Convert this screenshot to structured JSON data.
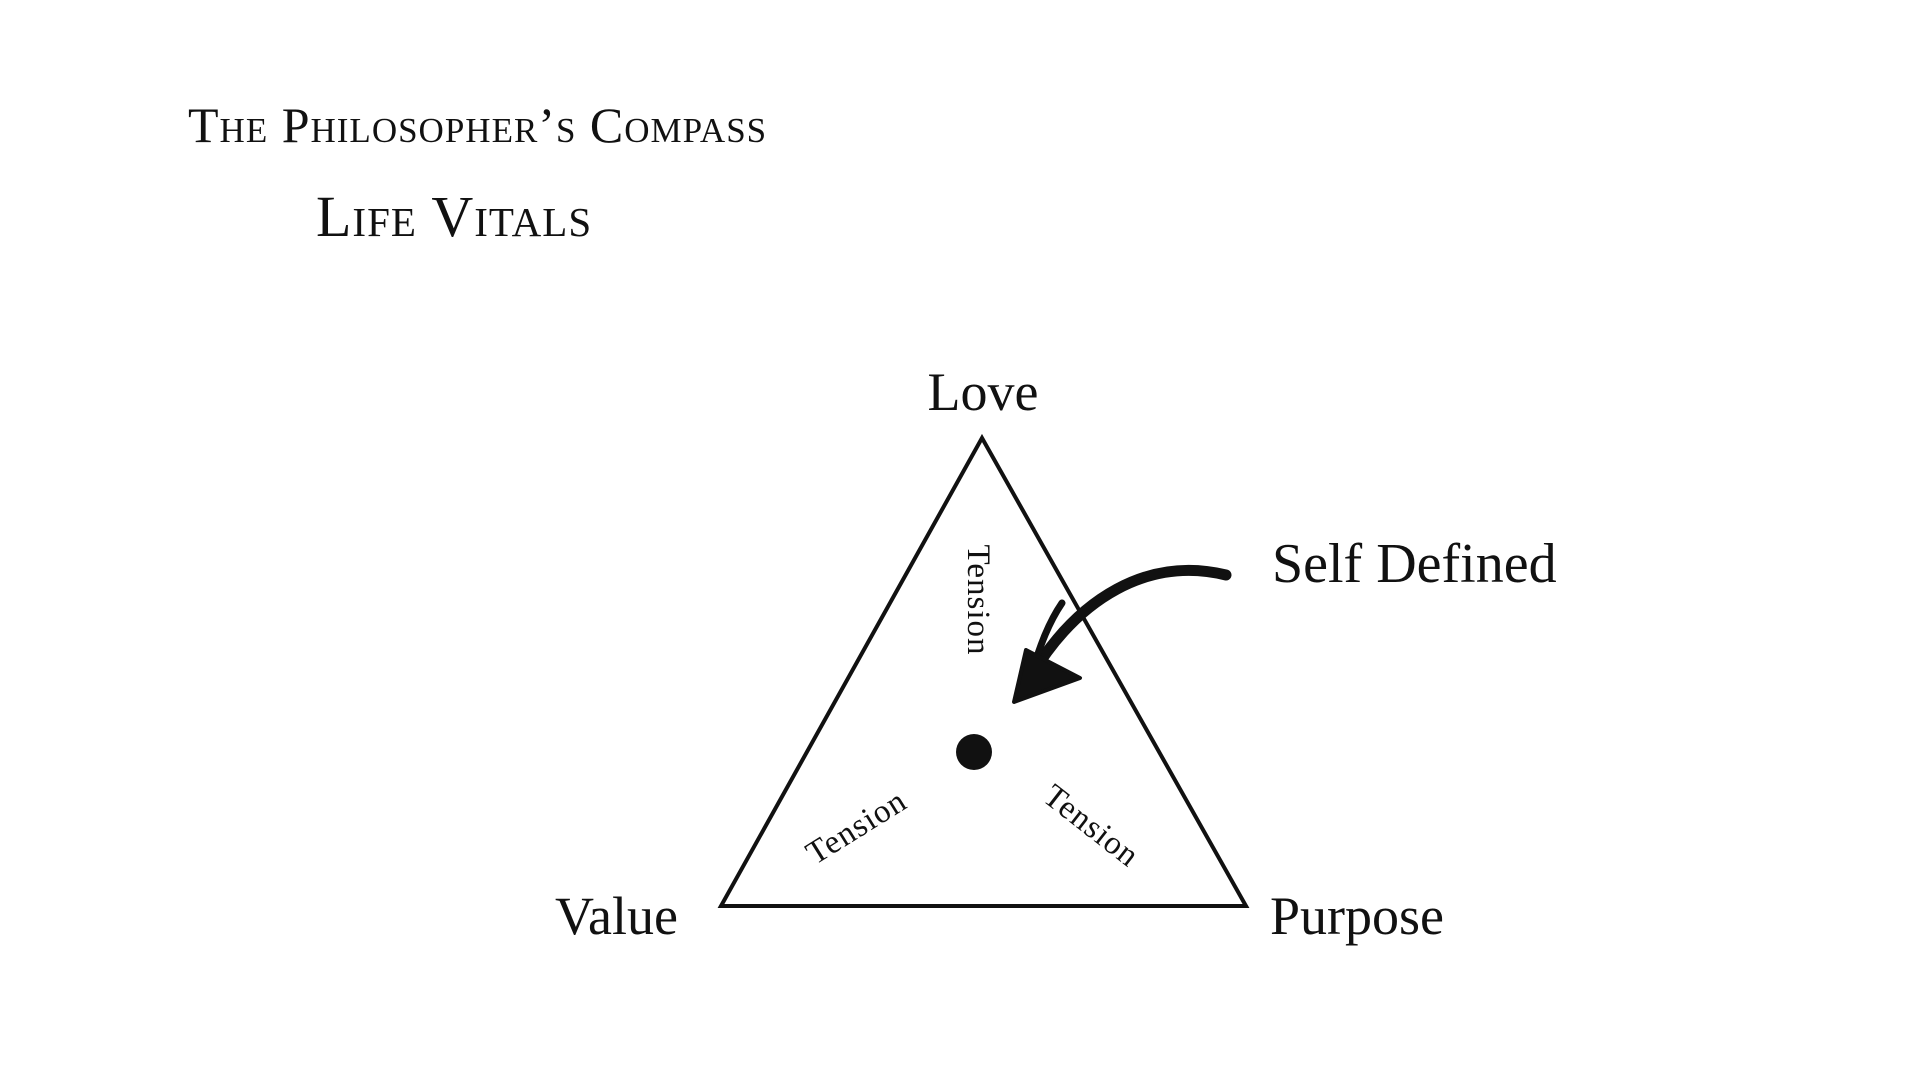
{
  "header": {
    "title": "The Philosopher’s Compass",
    "subtitle": "Life Vitals"
  },
  "diagram": {
    "vertices": {
      "top": "Love",
      "bottom_left": "Value",
      "bottom_right": "Purpose"
    },
    "edges": {
      "left_label": "Tension",
      "top_label": "Tension",
      "right_label": "Tension"
    },
    "callout": {
      "label": "Self Defined"
    },
    "colors": {
      "ink": "#111111",
      "background": "#ffffff"
    },
    "icons": {
      "center_marker": "filled-circle",
      "callout_arrow": "curved-arrow"
    }
  }
}
